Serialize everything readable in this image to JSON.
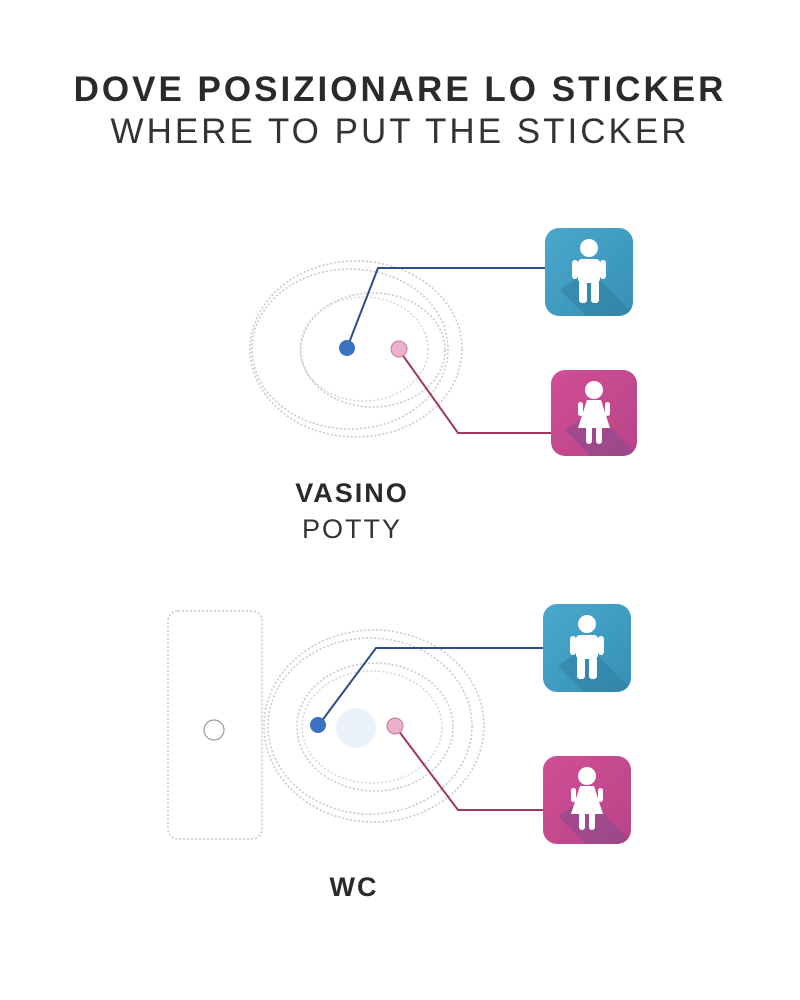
{
  "header": {
    "title_it": "DOVE POSIZIONARE LO STICKER",
    "title_en": "WHERE TO PUT THE STICKER"
  },
  "potty": {
    "label_it": "VASINO",
    "label_en": "POTTY"
  },
  "wc": {
    "label": "WC"
  },
  "colors": {
    "boy_icon": "#3f9cc0",
    "boy_icon_shadow": "#2f7ea0",
    "girl_icon": "#c9488e",
    "girl_icon_shadow": "#8a4a8c",
    "boy_dot": "#3a72c0",
    "girl_dot": "#e6a8c6",
    "boy_line": "#2e4f86",
    "girl_line": "#a03a5c",
    "outline": "#c8c8c8"
  },
  "icons": {
    "boy": "boy-icon",
    "girl": "girl-icon"
  }
}
